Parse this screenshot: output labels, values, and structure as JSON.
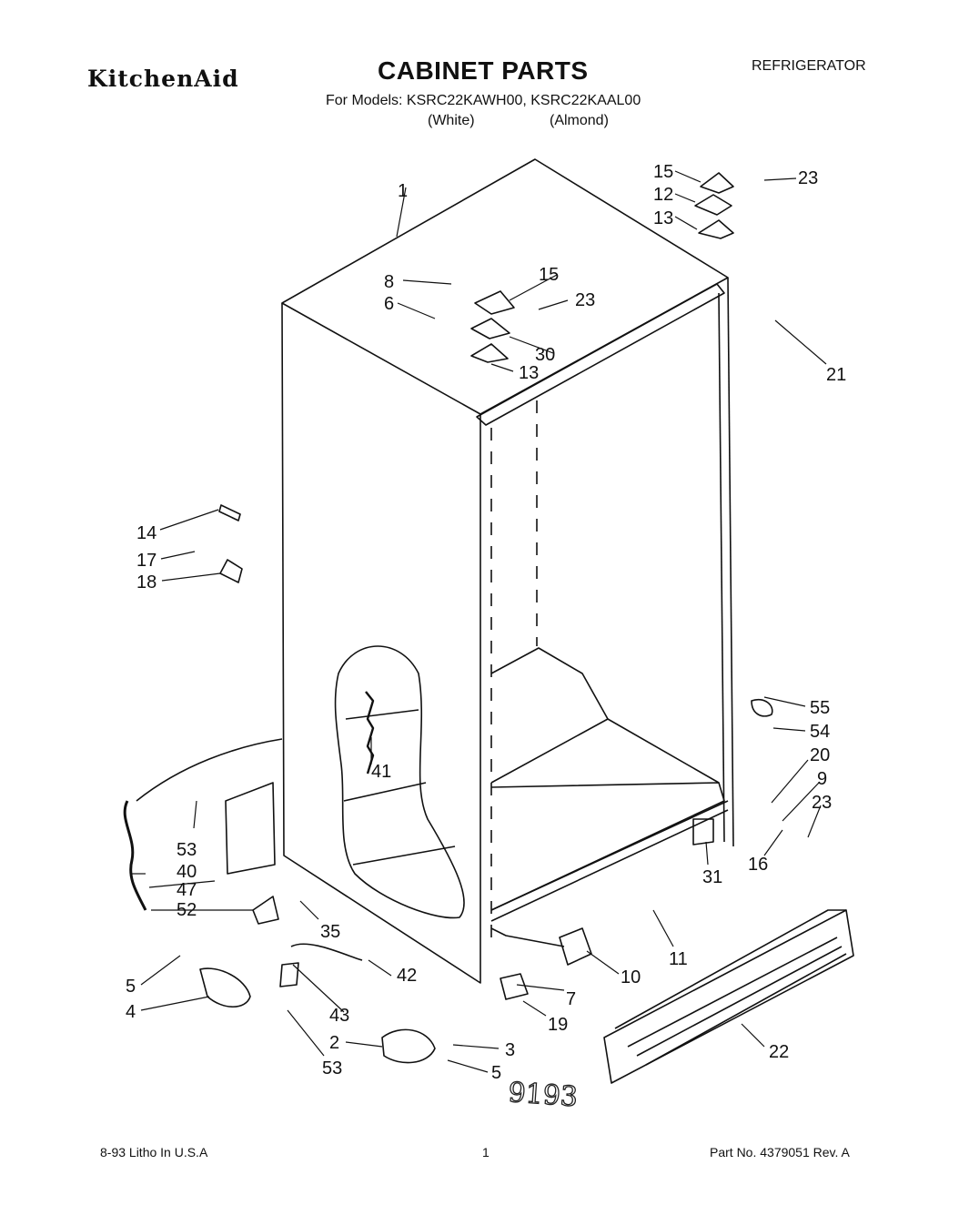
{
  "header": {
    "brand": "KitchenAid",
    "title": "CABINET PARTS",
    "appliance": "REFRIGERATOR",
    "models_line": "For Models: KSRC22KAWH00, KSRC22KAAL00",
    "color_1": "(White)",
    "color_2": "(Almond)"
  },
  "callouts": [
    "1",
    "15",
    "23",
    "12",
    "13",
    "8",
    "15",
    "23",
    "6",
    "30",
    "13",
    "21",
    "14",
    "17",
    "18",
    "55",
    "54",
    "20",
    "9",
    "23",
    "41",
    "53",
    "16",
    "31",
    "40",
    "47",
    "52",
    "35",
    "11",
    "10",
    "5",
    "42",
    "7",
    "4",
    "43",
    "19",
    "22",
    "2",
    "3",
    "53",
    "5"
  ],
  "handwriting": "9193",
  "footer": {
    "left": "8-93 Litho In U.S.A",
    "center": "1",
    "right": "Part No. 4379051 Rev. A"
  }
}
